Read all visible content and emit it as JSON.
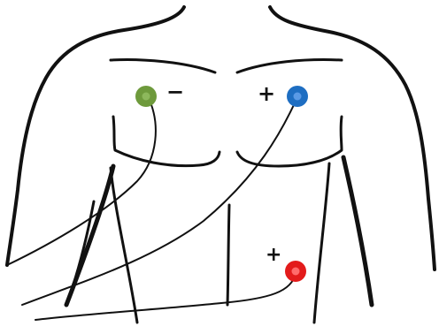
{
  "electrodes": [
    {
      "key": "right_arm",
      "sign": "−",
      "color": "#6e9a3c"
    },
    {
      "key": "left_arm",
      "sign": "+",
      "color": "#1e6ec2"
    },
    {
      "key": "left_leg",
      "sign": "+",
      "color": "#e31b1b"
    }
  ],
  "colors": {
    "outline": "#111111",
    "background": "#ffffff"
  }
}
